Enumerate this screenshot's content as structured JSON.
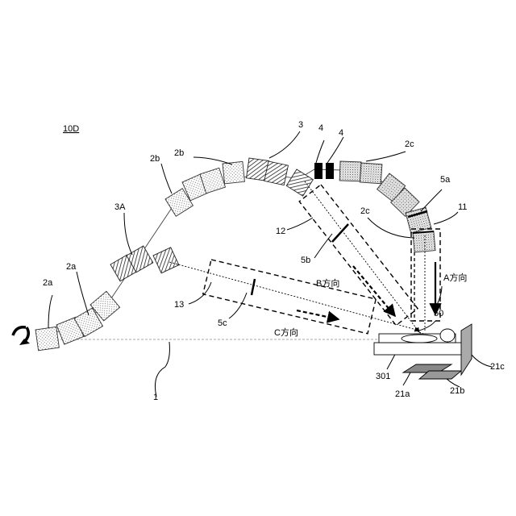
{
  "figure_label": "10D",
  "labels": {
    "l1": "1",
    "l2a_left": "2a",
    "l2a_mid": "2a",
    "l3A": "3A",
    "l2b_top": "2b",
    "l2b_mid": "2b",
    "l3": "3",
    "l4_a": "4",
    "l4_b": "4",
    "l2c_top": "2c",
    "l2c_mid": "2c",
    "l5a": "5a",
    "l11": "11",
    "l12": "12",
    "l5b": "5b",
    "l13": "13",
    "l5c": "5c",
    "l50": "50",
    "l301": "301",
    "l21a": "21a",
    "l21b": "21b",
    "l21c": "21c"
  },
  "directions": {
    "a": "A方向",
    "b": "B方向",
    "c": "C方向"
  }
}
